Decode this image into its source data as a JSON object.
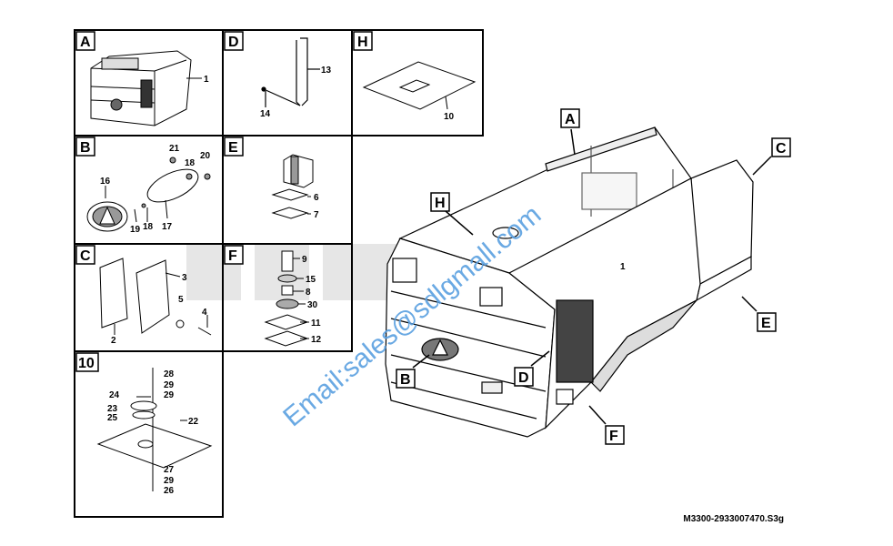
{
  "panels": [
    {
      "id": "A",
      "label": "A",
      "callouts": [
        "1"
      ]
    },
    {
      "id": "D",
      "label": "D",
      "callouts": [
        "13",
        "14"
      ]
    },
    {
      "id": "H",
      "label": "H",
      "callouts": [
        "10"
      ]
    },
    {
      "id": "B",
      "label": "B",
      "callouts": [
        "21",
        "20",
        "18",
        "16",
        "19",
        "18",
        "17"
      ]
    },
    {
      "id": "E",
      "label": "E",
      "callouts": [
        "6",
        "7"
      ]
    },
    {
      "id": "C",
      "label": "C",
      "callouts": [
        "3",
        "5",
        "4",
        "2"
      ]
    },
    {
      "id": "F",
      "label": "F",
      "callouts": [
        "9",
        "15",
        "8",
        "30",
        "11",
        "12"
      ]
    },
    {
      "id": "10",
      "label": "10",
      "callouts": [
        "28",
        "29",
        "29",
        "24",
        "23",
        "25",
        "22",
        "27",
        "29",
        "26"
      ]
    }
  ],
  "main_labels": [
    "A",
    "C",
    "H",
    "B",
    "D",
    "E",
    "F"
  ],
  "main_callout": "1",
  "watermark": "Email:sales@sdlgmall.com",
  "reference_code": "M3300-2933007470.S3g"
}
